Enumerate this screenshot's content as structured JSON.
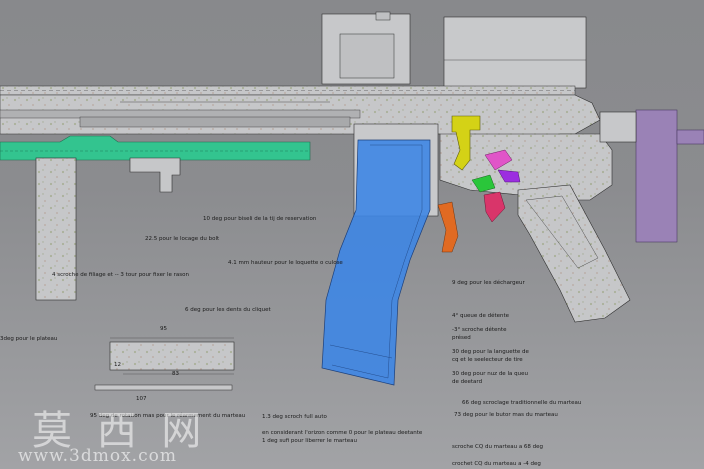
{
  "annotations": [
    {
      "id": "a1",
      "text": "10 deg pour biseli de la tij de reservation"
    },
    {
      "id": "a2",
      "text": "22.5 pour le locage du bolt"
    },
    {
      "id": "a3",
      "text": "4.1 mm hauteur pour le loquette o culose"
    },
    {
      "id": "a4",
      "text": "4 scroche de filiage et -- 3 tour pour fixer le rason"
    },
    {
      "id": "a5",
      "text": "9 deg pour les déchargeur"
    },
    {
      "id": "a6",
      "text": "6 deg pour les dents du cliquet"
    },
    {
      "id": "a7",
      "text": "4° queue de détente"
    },
    {
      "id": "a8",
      "text": "3deg pour le plateau"
    },
    {
      "id": "a9",
      "text": "-3° scroche détente"
    },
    {
      "id": "a10",
      "text": "présed"
    },
    {
      "id": "a11",
      "text": "30 deg pour la languette de"
    },
    {
      "id": "a12",
      "text": "cq et le seelecteur de tire"
    },
    {
      "id": "a13",
      "text": "30 deg pour nuz de la queu"
    },
    {
      "id": "a14",
      "text": "de deetard"
    },
    {
      "id": "a15",
      "text": "66 deg scroclage traditionnelle du marteau"
    },
    {
      "id": "a16",
      "text": "73 deg pour le butor mas du marteau"
    },
    {
      "id": "a17",
      "text": "95 deg de rotation mas pour le réarmement du marteau"
    },
    {
      "id": "a18",
      "text": "1.3 deg scroch full auto"
    },
    {
      "id": "a19",
      "text": "en considerant l'orizon comme 0 pour le plateau deetante"
    },
    {
      "id": "a20",
      "text": "1 deg sufi pour liberrer le marteau"
    },
    {
      "id": "a21",
      "text": "scroche CQ du marteau a 68 deg"
    },
    {
      "id": "a22",
      "text": "crochet CQ du marteau a -4 deg"
    }
  ],
  "dimensions": {
    "width_top": "95",
    "height_left": "12",
    "width_bottom": "83",
    "length_bar": "107"
  },
  "colors": {
    "receiver": "#c7c8ca",
    "magazine": "#3e86e4",
    "handguard": "#33c48f",
    "stock": "#9a82b6",
    "trigger": "#d4d216",
    "hammer": "#e055c8",
    "selector": "#2ac63a",
    "disconnector": "#e06a22",
    "sear": "#d9356a"
  },
  "watermark": {
    "logo": "莫 西 网",
    "url": "www.3dmox.com"
  }
}
